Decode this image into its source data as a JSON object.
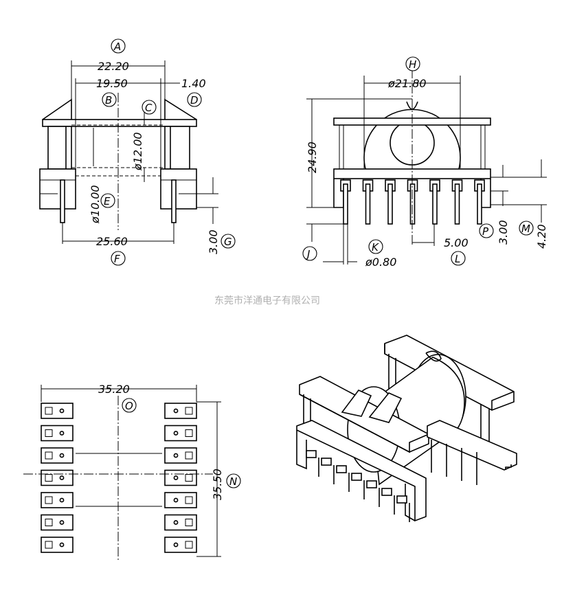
{
  "top_left_view": {
    "dim_a": "22.20",
    "dim_b": "19.50",
    "dim_c": "ø12.00",
    "dim_d": "1.40",
    "dim_e": "ø10.00",
    "dim_f": "25.60",
    "dim_g": "3.00",
    "label_a": "A",
    "label_b": "B",
    "label_c": "C",
    "label_d": "D",
    "label_e": "E",
    "label_f": "F",
    "label_g": "G"
  },
  "top_right_view": {
    "dim_h": "ø21.80",
    "dim_j": "24.90",
    "dim_k": "ø0.80",
    "dim_l": "5.00",
    "dim_p": "3.00",
    "dim_m": "4.20",
    "label_h": "H",
    "label_j": "J",
    "label_k": "K",
    "label_l": "L",
    "label_p": "P",
    "label_m": "M"
  },
  "bottom_view": {
    "dim_o": "35.20",
    "dim_n": "35.50",
    "label_o": "O",
    "label_n": "N"
  },
  "watermark": "东莞市洋通电子有限公司"
}
